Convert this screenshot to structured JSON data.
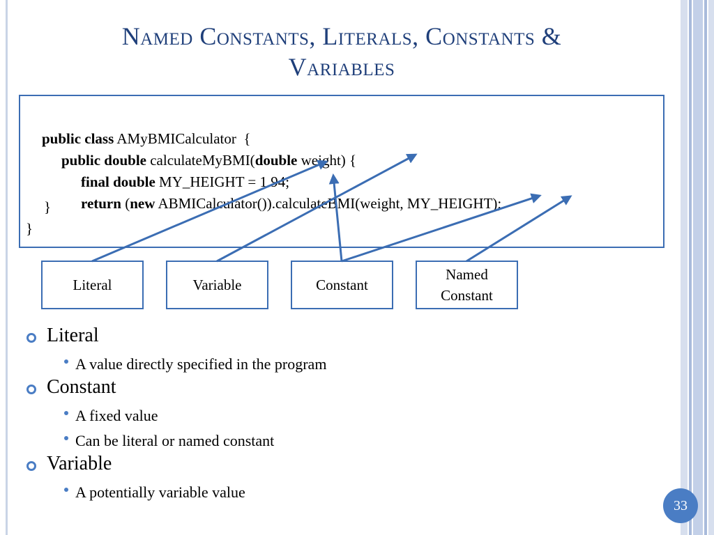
{
  "slide": {
    "title_line1": "Named Constants, Literals, Constants &",
    "title_line2": "Variables",
    "page_number": "33"
  },
  "code": {
    "line1": {
      "kw": "public class",
      "rest": " AMyBMICalculator  {"
    },
    "line2": {
      "kw1": "public double",
      "mid": " calculateMyBMI(",
      "kw2": "double",
      "rest": " weight) {"
    },
    "line3": {
      "kw": "final double",
      "rest": " MY_HEIGHT = 1.94;"
    },
    "line4": {
      "kw1": "return",
      "mid": " (",
      "kw2": "new",
      "rest": " ABMICalculator()).calculateBMI(weight, MY_HEIGHT);"
    },
    "line5": "}",
    "line6": "}"
  },
  "labels": {
    "literal": "Literal",
    "variable": "Variable",
    "constant": "Constant",
    "named_constant_line1": "Named",
    "named_constant_line2": "Constant"
  },
  "bullets": [
    {
      "text": "Literal",
      "subs": [
        "A value directly specified in the program"
      ]
    },
    {
      "text": "Constant",
      "subs": [
        "A fixed value",
        "Can be literal or named constant"
      ]
    },
    {
      "text": "Variable",
      "subs": [
        "A potentially variable value"
      ]
    }
  ],
  "colors": {
    "title": "#1f3f7a",
    "accent": "#3b6db3",
    "bullet": "#4a7dc4"
  }
}
